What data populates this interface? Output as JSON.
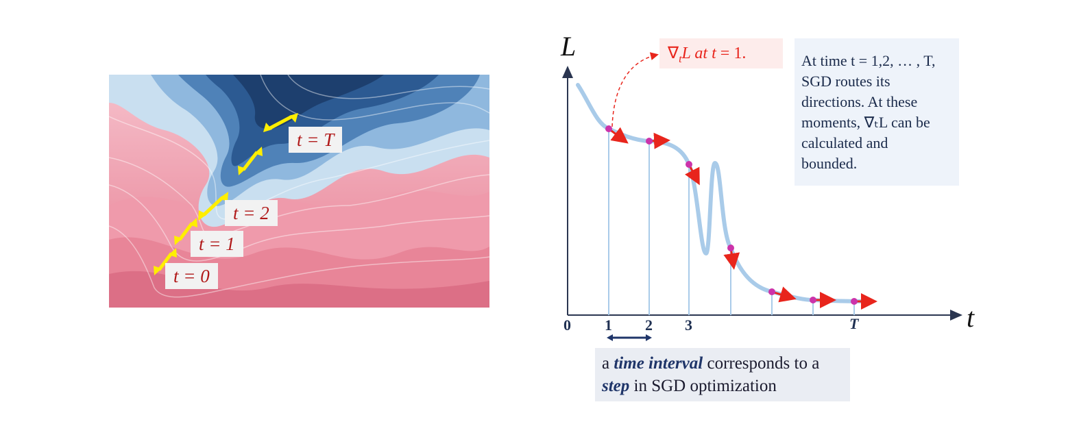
{
  "left_panel": {
    "step_labels": [
      {
        "text": "t = 0"
      },
      {
        "text": "t = 1"
      },
      {
        "text": "t = 2"
      },
      {
        "text": "t = T"
      }
    ]
  },
  "right_panel": {
    "y_axis_letter": "L",
    "x_axis_letter": "t",
    "ticks": [
      "0",
      "1",
      "2",
      "3",
      "T"
    ],
    "gradient_callout": {
      "prefix": "∇",
      "sub": "t",
      "rest": "L at ",
      "t": "t",
      "eq": " = 1."
    },
    "info_lines": [
      "At time t = 1,2, … , T,",
      "SGD routes its",
      "directions. At these",
      "moments, ∇ₜL can be",
      "calculated and",
      "bounded."
    ],
    "interval_caption": {
      "line1_pre": "a ",
      "line1_em": "time interval",
      "line1_post": " corresponds to a",
      "line2_em": "step",
      "line2_post": " in SGD optimization"
    }
  },
  "colors": {
    "landscape_blue_dark": "#1d3f6e",
    "landscape_blue_light": "#b7d3ea",
    "landscape_pink": "#e98a9c",
    "step_arrow": "#ffee00",
    "curve": "#a9cbe9",
    "gradient_arrow": "#e8251c",
    "point": "#cc33aa",
    "label_text": "#b01818"
  }
}
